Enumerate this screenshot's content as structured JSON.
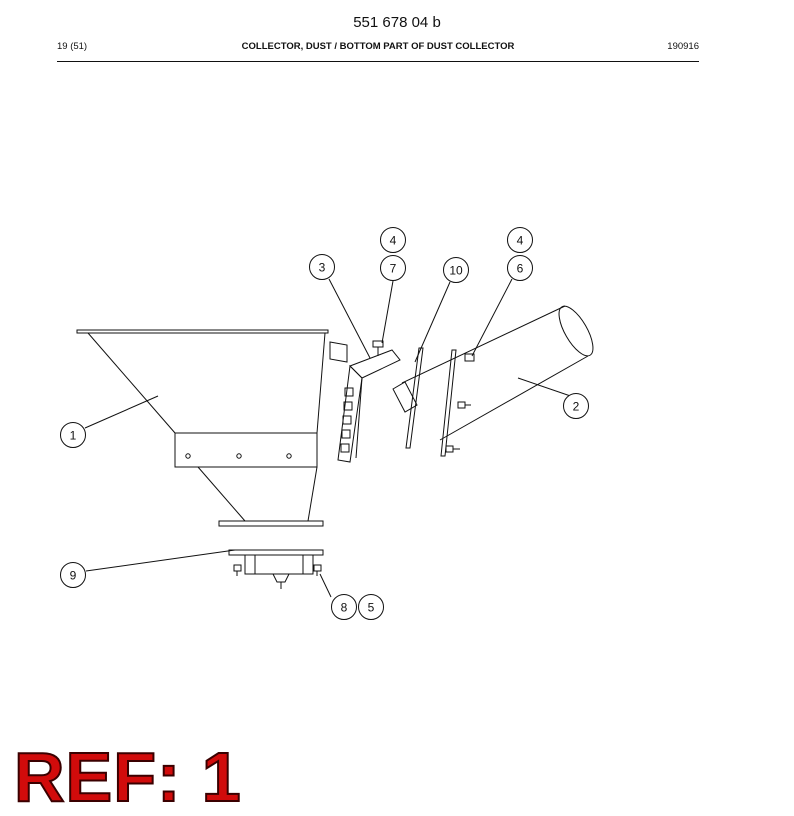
{
  "header": {
    "doc_number": "551 678 04 b",
    "page_ref": "19 (51)",
    "title": "COLLECTOR, DUST / BOTTOM PART OF DUST COLLECTOR",
    "date": "190916"
  },
  "callouts": {
    "c1": "1",
    "c2": "2",
    "c3": "3",
    "c4a": "4",
    "c4b": "4",
    "c5": "5",
    "c6": "6",
    "c7": "7",
    "c8": "8",
    "c9": "9",
    "c10": "10"
  },
  "ref_stamp": "REF: 1",
  "colors": {
    "stamp": "#d10b0b",
    "line": "#111111"
  }
}
